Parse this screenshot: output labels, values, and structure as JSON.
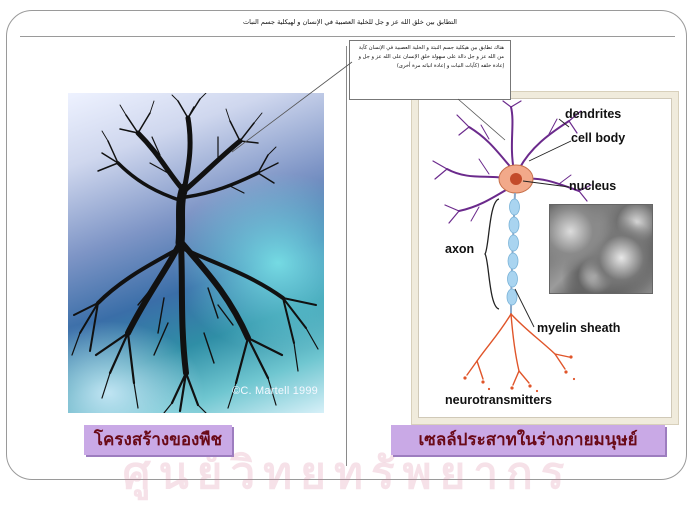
{
  "header": {
    "title": "التطابق بين خلق الله عز و جل للخلية العصبية في الإنسان و لهيكلية جسم النبات"
  },
  "note": {
    "text": "هناك تطابق بين هيكلية جسم النبتة و الخلية العصبية في الإنسان كآية من الله عز و جل دالة على سهولة خلق الإنسان على الله عز و جل و إعادة خلقه (كآيات النبات و إعادة انباته مرة أخرى)"
  },
  "tree_figure": {
    "credit": "©C. Martell 1999",
    "caption": "โครงสร้างของพืช"
  },
  "neuron_figure": {
    "labels": {
      "dendrites": "dendrites",
      "cell_body": "cell body",
      "nucleus": "nucleus",
      "axon": "axon",
      "myelin_sheath": "myelin sheath",
      "neurotransmitters": "neurotransmitters"
    },
    "caption": "เซลล์ประสาทในร่างกายมนุษย์"
  },
  "watermark": {
    "text": "ศูนย์วิทยทรัพยากร"
  },
  "colors": {
    "caption_bg": "#c9a9e6",
    "caption_text": "#6a0a18",
    "dendrite": "#6b2a8c",
    "myelin": "#a9d4f0",
    "terminal": "#e0552a",
    "soma": "#f2a98a"
  }
}
